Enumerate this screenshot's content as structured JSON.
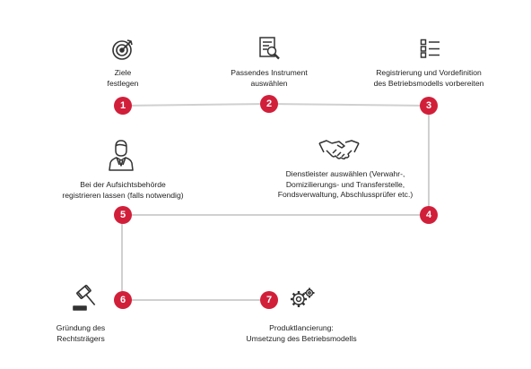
{
  "colors": {
    "accent": "#d11f3a",
    "line": "#d0d0d0",
    "icon": "#333333"
  },
  "steps": [
    {
      "number": "1",
      "icon": "target-icon",
      "lines": [
        "Ziele",
        "festlegen"
      ]
    },
    {
      "number": "2",
      "icon": "document-search-icon",
      "lines": [
        "Passendes Instrument",
        "auswählen"
      ]
    },
    {
      "number": "3",
      "icon": "checklist-icon",
      "lines": [
        "Registrierung und Vordefinition",
        "des Betriebsmodells vorbereiten"
      ]
    },
    {
      "number": "4",
      "icon": "handshake-icon",
      "lines": [
        "Dienstleister auswählen (Verwahr-,",
        "Domizilierungs- und Transferstelle,",
        "Fondsverwaltung, Abschlussprüfer etc.)"
      ]
    },
    {
      "number": "5",
      "icon": "businessman-icon",
      "lines": [
        "Bei der Aufsichtsbehörde",
        "registrieren lassen (falls notwendig)"
      ]
    },
    {
      "number": "6",
      "icon": "gavel-icon",
      "lines": [
        "Gründung des",
        "Rechtsträgers"
      ]
    },
    {
      "number": "7",
      "icon": "gears-icon",
      "lines": [
        "Produktlancierung:",
        "Umsetzung des Betriebsmodells"
      ]
    }
  ]
}
